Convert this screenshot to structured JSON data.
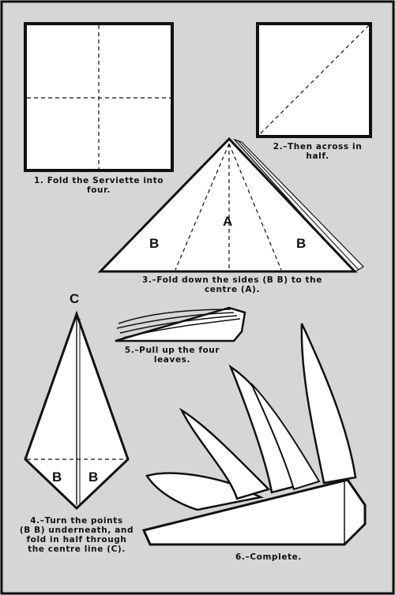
{
  "steps": [
    {
      "caption": "1. Fold the Serviette into\nfour."
    },
    {
      "caption": "2.–Then across in\nhalf."
    },
    {
      "caption": "3.–Fold down the sides (B B) to the\ncentre (A)."
    },
    {
      "caption": "4.–Turn the points\n(B B) underneath, and\nfold in half through\nthe centre line (C)."
    },
    {
      "caption": "5.–Pull up the four\nleaves."
    },
    {
      "caption": "6.–Complete."
    }
  ],
  "labels": {
    "a": "A",
    "b": "B",
    "c": "C"
  },
  "colors": {
    "paper": "#ffffff",
    "background": "#d6d6d6",
    "ink": "#111111"
  }
}
